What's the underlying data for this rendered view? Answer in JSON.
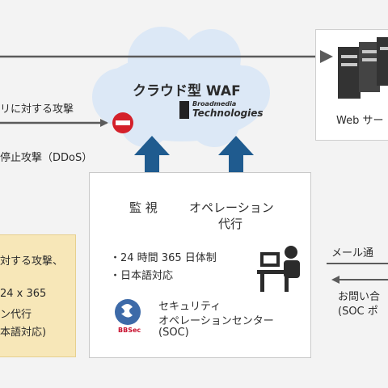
{
  "cloud": {
    "title": "クラウド型 WAF",
    "logo_line1": "Broadmedia",
    "logo_line2": "Technologies"
  },
  "web_server": {
    "label": "Web サー"
  },
  "left_attack": {
    "line1": "リに対する攻撃",
    "line2": "停止攻撃（DDoS）"
  },
  "soc": {
    "monitor_label": "監 視",
    "operation_line1": "オペレーション",
    "operation_line2": "代行",
    "bullet1": "・24 時間 365 日体制",
    "bullet2": "・日本語対応",
    "name_line1": "セキュリティ",
    "name_line2": "オペレーションセンター",
    "name_line3": "(SOC)",
    "logo_text": "BBSec"
  },
  "left_box": {
    "line1": "対する攻撃、",
    "line2": "24 x 365",
    "line3": "ン代行",
    "line4": "本語対応)"
  },
  "right_side": {
    "mail_label": "メール通",
    "inquiry_line1": "お問い合",
    "inquiry_line2": "(SOC ポ"
  },
  "colors": {
    "arrow_blue": "#1f5b8f",
    "block_red": "#d4202a",
    "cloud": "#dce8f6",
    "yellow_box": "#f7e7b8"
  }
}
